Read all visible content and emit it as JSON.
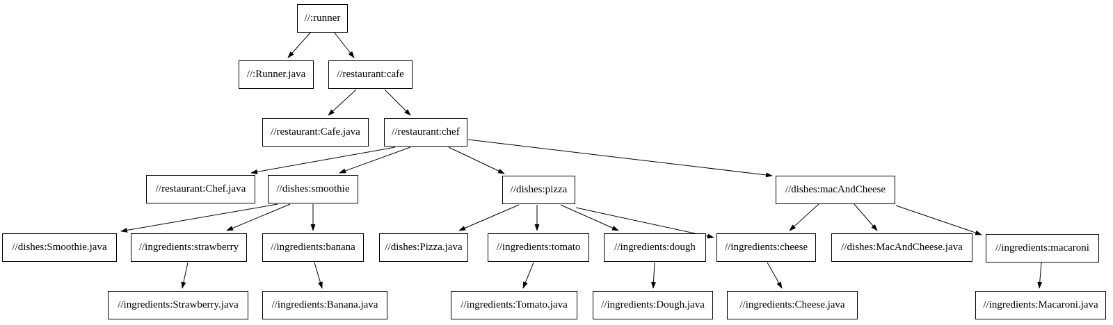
{
  "canvas": {
    "background_color": "#ffffff",
    "node_fill_color": "#ffffff",
    "node_border_color": "#000000",
    "edge_color": "#000000",
    "text_color": "#000000"
  },
  "graph": {
    "type": "dependency-tree",
    "nodes": [
      {
        "id": "runner",
        "label": "//:runner"
      },
      {
        "id": "runner-java",
        "label": "//:Runner.java"
      },
      {
        "id": "cafe",
        "label": "//restaurant:cafe"
      },
      {
        "id": "cafe-java",
        "label": "//restaurant:Cafe.java"
      },
      {
        "id": "chef",
        "label": "//restaurant:chef"
      },
      {
        "id": "chef-java",
        "label": "//restaurant:Chef.java"
      },
      {
        "id": "smoothie",
        "label": "//dishes:smoothie"
      },
      {
        "id": "pizza",
        "label": "//dishes:pizza"
      },
      {
        "id": "macandcheese",
        "label": "//dishes:macAndCheese"
      },
      {
        "id": "smoothie-java",
        "label": "//dishes:Smoothie.java"
      },
      {
        "id": "strawberry",
        "label": "//ingredients:strawberry"
      },
      {
        "id": "banana",
        "label": "//ingredients:banana"
      },
      {
        "id": "pizza-java",
        "label": "//dishes:Pizza.java"
      },
      {
        "id": "tomato",
        "label": "//ingredients:tomato"
      },
      {
        "id": "dough",
        "label": "//ingredients:dough"
      },
      {
        "id": "cheese",
        "label": "//ingredients:cheese"
      },
      {
        "id": "macandcheese-java",
        "label": "//dishes:MacAndCheese.java"
      },
      {
        "id": "macaroni",
        "label": "//ingredients:macaroni"
      },
      {
        "id": "strawberry-java",
        "label": "//ingredients:Strawberry.java"
      },
      {
        "id": "banana-java",
        "label": "//ingredients:Banana.java"
      },
      {
        "id": "tomato-java",
        "label": "//ingredients:Tomato.java"
      },
      {
        "id": "dough-java",
        "label": "//ingredients:Dough.java"
      },
      {
        "id": "cheese-java",
        "label": "//ingredients:Cheese.java"
      },
      {
        "id": "macaroni-java",
        "label": "//ingredients:Macaroni.java"
      }
    ],
    "edges": [
      {
        "from": "runner",
        "to": "runner-java"
      },
      {
        "from": "runner",
        "to": "cafe"
      },
      {
        "from": "cafe",
        "to": "cafe-java"
      },
      {
        "from": "cafe",
        "to": "chef"
      },
      {
        "from": "chef",
        "to": "chef-java"
      },
      {
        "from": "chef",
        "to": "smoothie"
      },
      {
        "from": "chef",
        "to": "pizza"
      },
      {
        "from": "chef",
        "to": "macandcheese"
      },
      {
        "from": "smoothie",
        "to": "smoothie-java"
      },
      {
        "from": "smoothie",
        "to": "strawberry"
      },
      {
        "from": "smoothie",
        "to": "banana"
      },
      {
        "from": "strawberry",
        "to": "strawberry-java"
      },
      {
        "from": "banana",
        "to": "banana-java"
      },
      {
        "from": "pizza",
        "to": "pizza-java"
      },
      {
        "from": "pizza",
        "to": "tomato"
      },
      {
        "from": "pizza",
        "to": "dough"
      },
      {
        "from": "pizza",
        "to": "cheese"
      },
      {
        "from": "tomato",
        "to": "tomato-java"
      },
      {
        "from": "dough",
        "to": "dough-java"
      },
      {
        "from": "cheese",
        "to": "cheese-java"
      },
      {
        "from": "macandcheese",
        "to": "macandcheese-java"
      },
      {
        "from": "macandcheese",
        "to": "cheese"
      },
      {
        "from": "macandcheese",
        "to": "macaroni"
      },
      {
        "from": "macaroni",
        "to": "macaroni-java"
      }
    ]
  }
}
